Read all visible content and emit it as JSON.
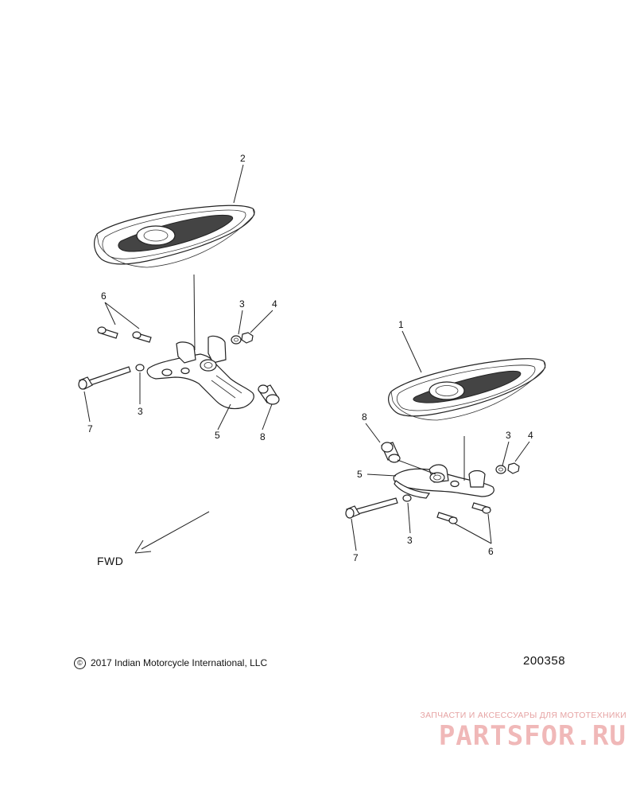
{
  "callouts": {
    "left": {
      "footboard": "2",
      "screws": "6",
      "washer_top": "3",
      "nut": "4",
      "washer_bottom": "3",
      "bolt": "7",
      "bracket": "5",
      "bushing": "8"
    },
    "right": {
      "footboard": "1",
      "bushing": "8",
      "washer_top": "3",
      "nut": "4",
      "bracket": "5",
      "bolt": "7",
      "washer_bottom": "3",
      "screws": "6"
    }
  },
  "direction": {
    "label": "FWD"
  },
  "footer": {
    "copyright_symbol": "©",
    "copyright": "2017 Indian Motorcycle International, LLC",
    "diagram_number": "200358"
  },
  "watermark": {
    "tagline": "ЗАПЧАСТИ И АКСЕССУАРЫ ДЛЯ МОТОТЕХНИКИ",
    "brand": "PARTSFOR.RU"
  },
  "colors": {
    "line": "#222222",
    "watermark": "#f0b8b8"
  }
}
